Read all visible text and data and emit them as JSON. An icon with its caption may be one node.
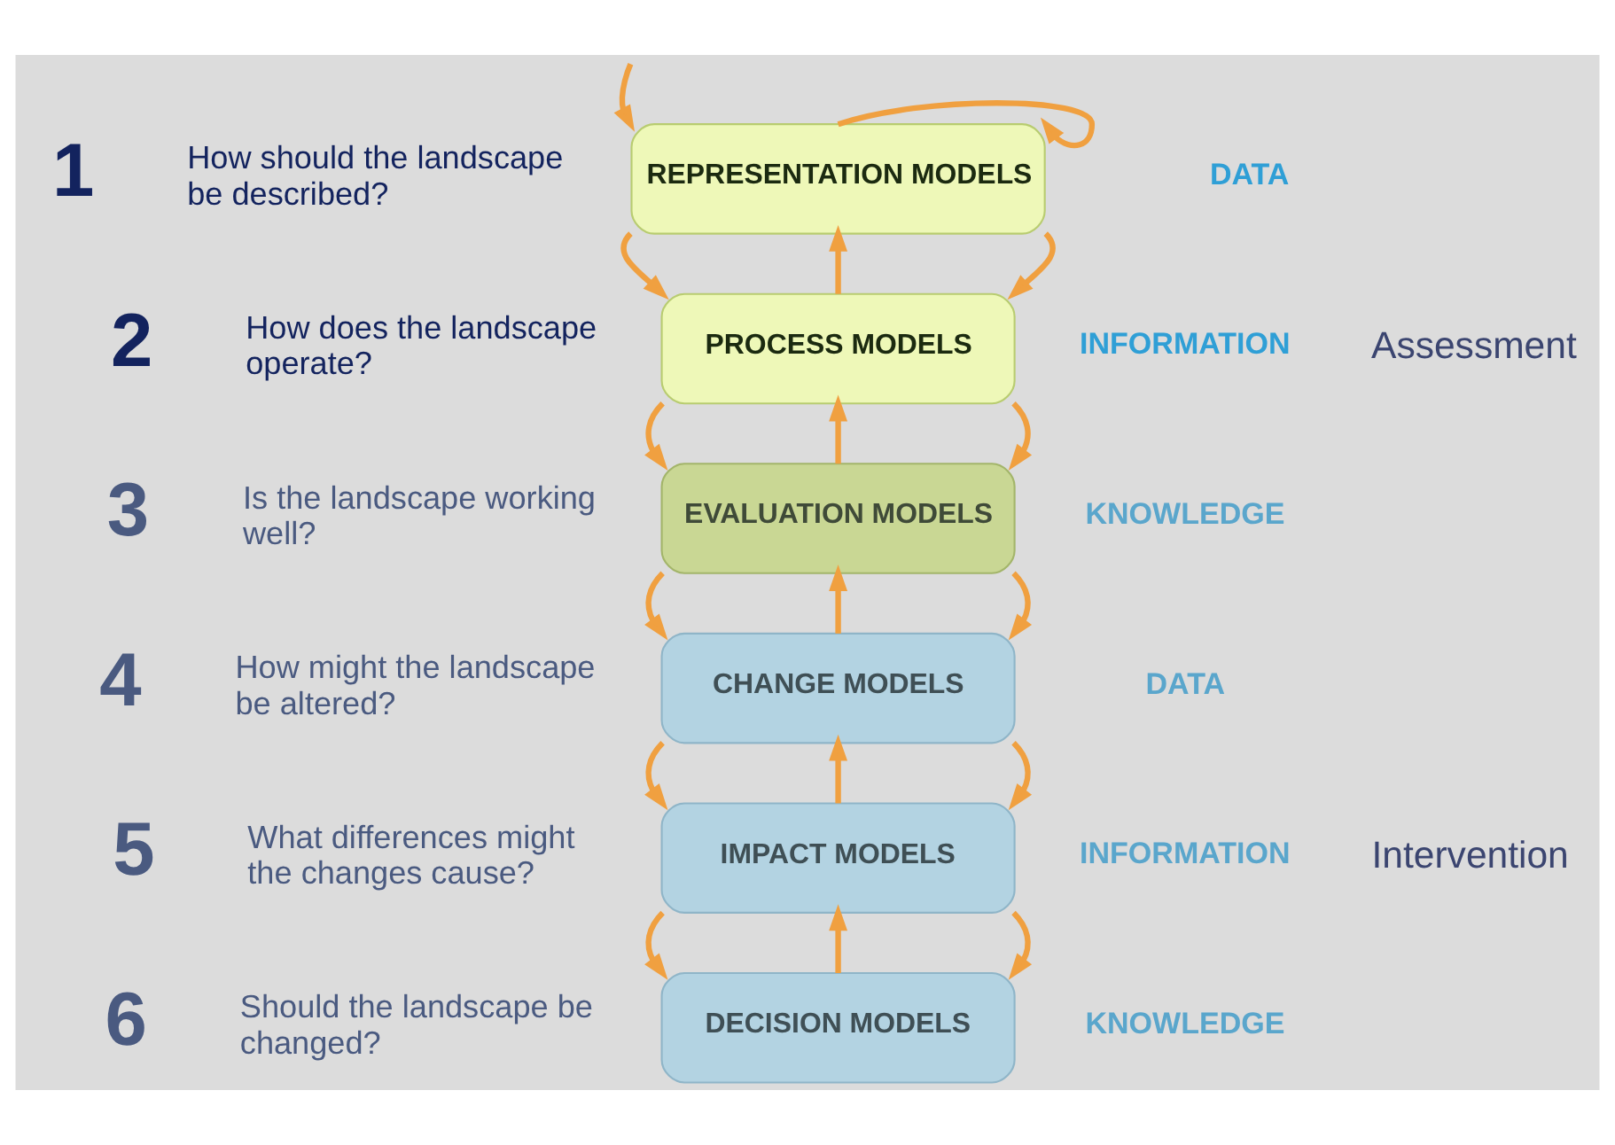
{
  "diagram": {
    "nodes": [
      {
        "text": [
          "REPRESENTATION MODELS"
        ]
      },
      {
        "text": [
          "PROCESS MODELS"
        ]
      },
      {
        "text": [
          "EVALUATION MODELS"
        ]
      },
      {
        "text": [
          "CHANGE MODELS"
        ]
      },
      {
        "text": [
          "IMPACT MODELS"
        ]
      },
      {
        "text": [
          "DECISION MODELS"
        ]
      }
    ],
    "edges": [
      {
        "from": null,
        "to": 0,
        "arrow": "to"
      },
      {
        "from": 0,
        "to": 0,
        "arrow": "to"
      },
      {
        "from": 0,
        "to": 1,
        "arrow": "to"
      },
      {
        "from": 1,
        "to": 0,
        "arrow": "to"
      },
      {
        "from": 0,
        "to": 1,
        "arrow": "to"
      },
      {
        "from": 1,
        "to": 2,
        "arrow": "to"
      },
      {
        "from": 2,
        "to": 1,
        "arrow": "to"
      },
      {
        "from": 1,
        "to": 2,
        "arrow": "to"
      },
      {
        "from": 2,
        "to": 3,
        "arrow": "to"
      },
      {
        "from": 3,
        "to": 2,
        "arrow": "to"
      },
      {
        "from": 2,
        "to": 3,
        "arrow": "to"
      },
      {
        "from": 3,
        "to": 4,
        "arrow": "to"
      },
      {
        "from": 4,
        "to": 3,
        "arrow": "to"
      },
      {
        "from": 3,
        "to": 4,
        "arrow": "to"
      },
      {
        "from": 4,
        "to": 5,
        "arrow": "to"
      },
      {
        "from": 5,
        "to": 4,
        "arrow": "to"
      },
      {
        "from": 4,
        "to": 5,
        "arrow": "to"
      }
    ],
    "labels": [
      "1",
      "How should the landscape be described?",
      "DATA",
      "2",
      "How does the landscape operate?",
      "INFORMATION",
      "3",
      "Is the landscape working well?",
      "KNOWLEDGE",
      "4",
      "How might the landscape be altered?",
      "DATA",
      "5",
      "What differences might the changes cause?",
      "INFORMATION",
      "6",
      "Should the landscape be changed?",
      "KNOWLEDGE",
      "Assessment",
      "Intervention"
    ]
  }
}
